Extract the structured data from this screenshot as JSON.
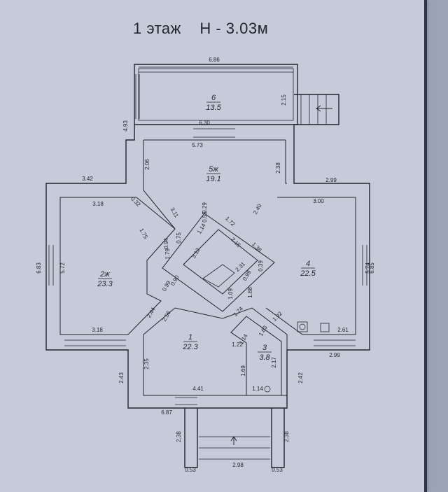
{
  "title": "1 этаж    H - 3.03м",
  "rooms": [
    {
      "number": "6",
      "area": "13.5"
    },
    {
      "number": "5ж",
      "area": "19.1"
    },
    {
      "number": "2ж",
      "area": "23.3"
    },
    {
      "number": "4",
      "area": "22.5"
    },
    {
      "number": "1",
      "area": "22.3"
    },
    {
      "number": "3",
      "area": "3.8"
    }
  ],
  "dimensions": [
    "6.86",
    "2.15",
    "4.93",
    "6.30",
    "5.73",
    "2.06",
    "2.38",
    "3.42",
    "2.99",
    "3.18",
    "3.00",
    "0.32",
    "3.11",
    "0.29",
    "0.55",
    "2.40",
    "1.72",
    "1.14",
    "1.75",
    "0.94",
    "0.75",
    "3.12",
    "2.15",
    "1.38",
    "1.79",
    "6.83",
    "5.72",
    "5.74",
    "6.85",
    "2.31",
    "0.39",
    "0.90",
    "0.99",
    "0.99",
    "1.09",
    "1.88",
    "1.92",
    "3.18",
    "1.74",
    "1.63",
    "2.61",
    "2.44",
    "2.56",
    "1.22",
    "2.99",
    "1.14",
    "2.35",
    "2.17",
    "2.43",
    "2.42",
    "1.69",
    "4.41",
    "1.14",
    "6.87",
    "2.38",
    "2.38",
    "2.98",
    "0.53",
    "0.53"
  ]
}
